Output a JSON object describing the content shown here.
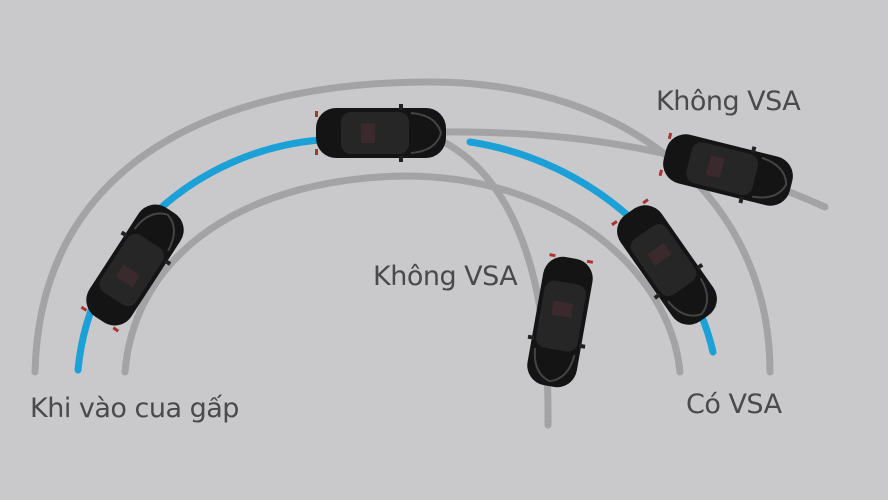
{
  "labels": {
    "entry": "Khi vào cua gấp",
    "no_vsa_top": "Không VSA",
    "no_vsa_middle": "Không VSA",
    "with_vsa": "Có VSA"
  },
  "colors": {
    "background": "#c9c9cb",
    "track": "#a3a3a5",
    "vsa_path": "#1ba0d8",
    "car": "#151515"
  }
}
